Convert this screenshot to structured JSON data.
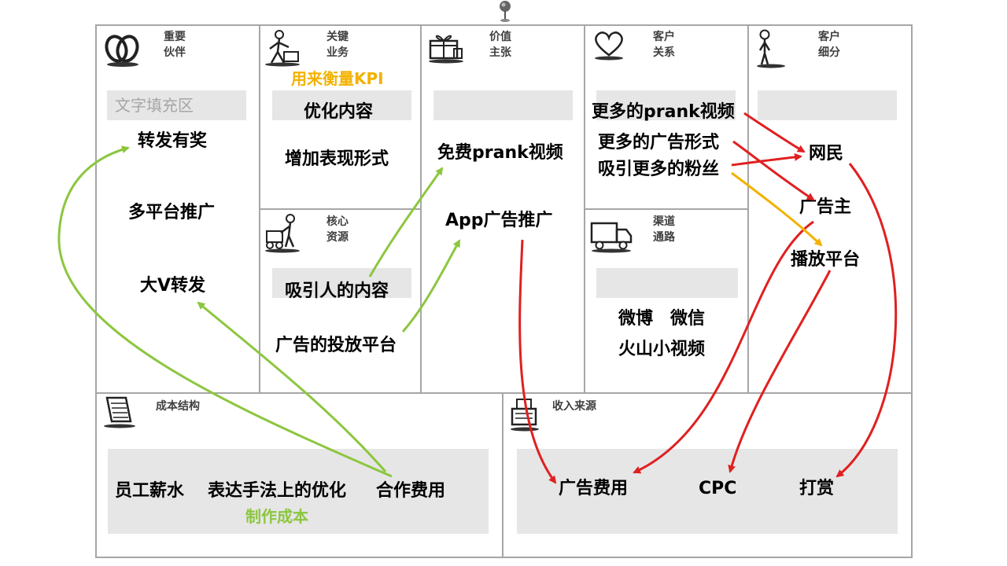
{
  "headers": {
    "partners": [
      "重要",
      "伙伴"
    ],
    "activities": [
      "关键",
      "业务"
    ],
    "value": [
      "价值",
      "主张"
    ],
    "relations": [
      "客户",
      "关系"
    ],
    "segments": [
      "客户",
      "细分"
    ],
    "resources": [
      "核心",
      "资源"
    ],
    "channels": [
      "渠道",
      "通路"
    ],
    "cost": "成本结构",
    "revenue": "收入来源"
  },
  "partners": {
    "placeholder": "文字填充区",
    "items": [
      "转发有奖",
      "多平台推广",
      "大V转发"
    ]
  },
  "activities": {
    "kpi": "用来衡量KPI",
    "items": [
      "优化内容",
      "增加表现形式"
    ]
  },
  "resources": {
    "items": [
      "吸引人的内容",
      "广告的投放平台"
    ]
  },
  "value": {
    "items": [
      "免费prank视频",
      "App广告推广"
    ]
  },
  "relations": {
    "items": [
      "更多的prank视频",
      "更多的广告形式",
      "吸引更多的粉丝"
    ]
  },
  "channels": {
    "items": [
      "微博　微信",
      "火山小视频"
    ]
  },
  "segments": {
    "items": [
      "网民",
      "广告主",
      "播放平台"
    ]
  },
  "cost": {
    "items": [
      "员工薪水",
      "表达手法上的优化",
      "合作费用"
    ],
    "note": "制作成本"
  },
  "revenue": {
    "items": [
      "广告费用",
      "CPC",
      "打赏"
    ]
  },
  "colors": {
    "green_arrow": "#8cc63f",
    "red_arrow": "#e02020",
    "yellow_arrow": "#f2b200",
    "border": "#a6a6a6",
    "fill_box": "#e6e6e6"
  }
}
